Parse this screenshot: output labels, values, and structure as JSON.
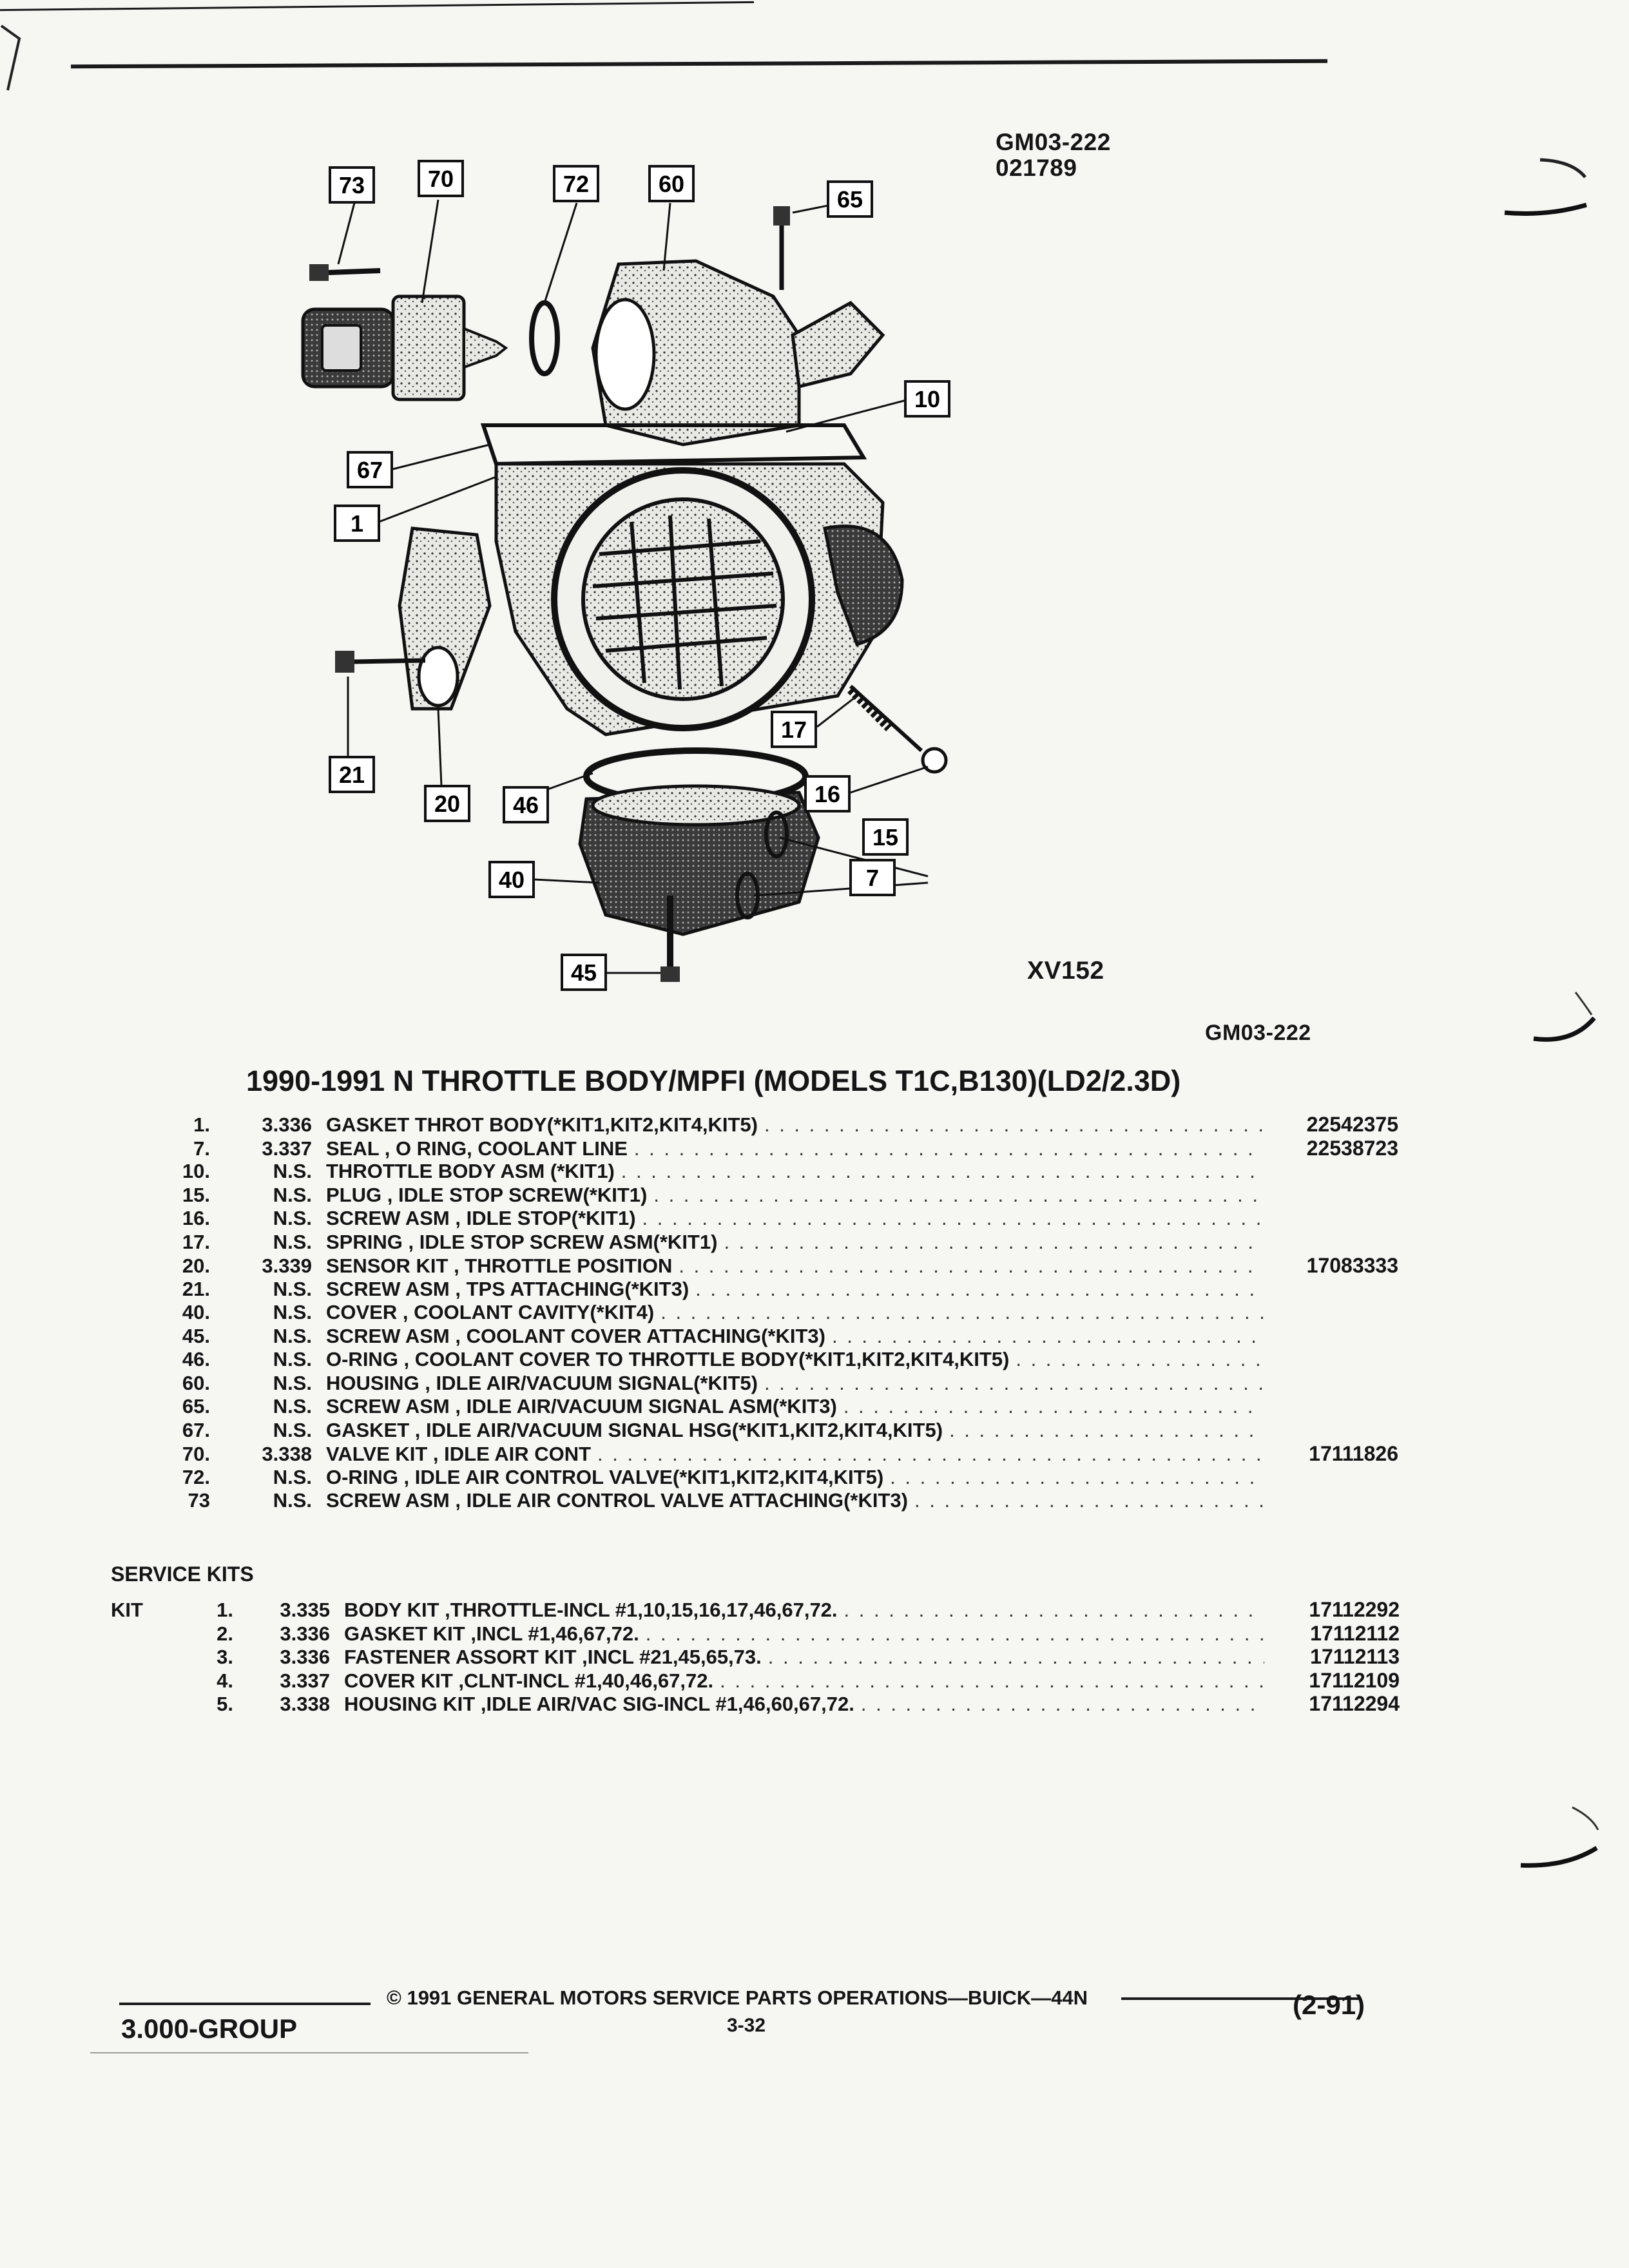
{
  "header": {
    "code_top_1": "GM03-222",
    "code_top_2": "021789",
    "figure_id": "XV152",
    "code_mid": "GM03-222"
  },
  "diagram": {
    "callouts": [
      "73",
      "70",
      "72",
      "60",
      "65",
      "10",
      "67",
      "1",
      "17",
      "21",
      "20",
      "46",
      "16",
      "15",
      "40",
      "7",
      "45"
    ]
  },
  "title": "1990-1991 N THROTTLE BODY/MPFI (MODELS T1C,B130)(LD2/2.3D)",
  "parts": [
    {
      "num": "1.",
      "group": "3.336",
      "desc": "GASKET THROT BODY(*KIT1,KIT2,KIT4,KIT5)",
      "part": "22542375"
    },
    {
      "num": "7.",
      "group": "3.337",
      "desc": "SEAL , O RING, COOLANT LINE",
      "part": "22538723"
    },
    {
      "num": "10.",
      "group": "N.S.",
      "desc": "THROTTLE BODY ASM (*KIT1)",
      "part": ""
    },
    {
      "num": "15.",
      "group": "N.S.",
      "desc": "PLUG , IDLE STOP SCREW(*KIT1)",
      "part": ""
    },
    {
      "num": "16.",
      "group": "N.S.",
      "desc": "SCREW ASM , IDLE STOP(*KIT1)",
      "part": ""
    },
    {
      "num": "17.",
      "group": "N.S.",
      "desc": "SPRING , IDLE STOP SCREW ASM(*KIT1)",
      "part": ""
    },
    {
      "num": "20.",
      "group": "3.339",
      "desc": "SENSOR KIT , THROTTLE POSITION",
      "part": "17083333"
    },
    {
      "num": "21.",
      "group": "N.S.",
      "desc": "SCREW ASM , TPS ATTACHING(*KIT3)",
      "part": ""
    },
    {
      "num": "40.",
      "group": "N.S.",
      "desc": "COVER , COOLANT CAVITY(*KIT4)",
      "part": ""
    },
    {
      "num": "45.",
      "group": "N.S.",
      "desc": "SCREW ASM , COOLANT COVER ATTACHING(*KIT3)",
      "part": ""
    },
    {
      "num": "46.",
      "group": "N.S.",
      "desc": "O-RING , COOLANT COVER TO THROTTLE BODY(*KIT1,KIT2,KIT4,KIT5)",
      "part": ""
    },
    {
      "num": "60.",
      "group": "N.S.",
      "desc": "HOUSING , IDLE AIR/VACUUM SIGNAL(*KIT5)",
      "part": ""
    },
    {
      "num": "65.",
      "group": "N.S.",
      "desc": "SCREW ASM , IDLE AIR/VACUUM SIGNAL ASM(*KIT3)",
      "part": ""
    },
    {
      "num": "67.",
      "group": "N.S.",
      "desc": "GASKET , IDLE AIR/VACUUM SIGNAL HSG(*KIT1,KIT2,KIT4,KIT5)",
      "part": ""
    },
    {
      "num": "70.",
      "group": "3.338",
      "desc": "VALVE KIT , IDLE AIR CONT",
      "part": "17111826"
    },
    {
      "num": "72.",
      "group": "N.S.",
      "desc": "O-RING , IDLE AIR CONTROL VALVE(*KIT1,KIT2,KIT4,KIT5)",
      "part": ""
    },
    {
      "num": "73",
      "group": "N.S.",
      "desc": "SCREW ASM , IDLE AIR CONTROL VALVE ATTACHING(*KIT3)",
      "part": ""
    }
  ],
  "service_kits": {
    "heading": "SERVICE KITS",
    "kit_label": "KIT",
    "items": [
      {
        "num": "1.",
        "group": "3.335",
        "desc": "BODY KIT ,THROTTLE-INCL #1,10,15,16,17,46,67,72.",
        "part": "17112292"
      },
      {
        "num": "2.",
        "group": "3.336",
        "desc": "GASKET KIT ,INCL #1,46,67,72.",
        "part": "17112112"
      },
      {
        "num": "3.",
        "group": "3.336",
        "desc": "FASTENER ASSORT KIT ,INCL #21,45,65,73.",
        "part": "17112113"
      },
      {
        "num": "4.",
        "group": "3.337",
        "desc": "COVER KIT ,CLNT-INCL #1,40,46,67,72.",
        "part": "17112109"
      },
      {
        "num": "5.",
        "group": "3.338",
        "desc": "HOUSING KIT ,IDLE AIR/VAC SIG-INCL #1,46,60,67,72.",
        "part": "17112294"
      }
    ]
  },
  "footer": {
    "copyright": "© 1991 GENERAL MOTORS SERVICE PARTS OPERATIONS—BUICK—44N",
    "page": "3-32",
    "group": "3.000-GROUP",
    "date": "(2-91)"
  }
}
